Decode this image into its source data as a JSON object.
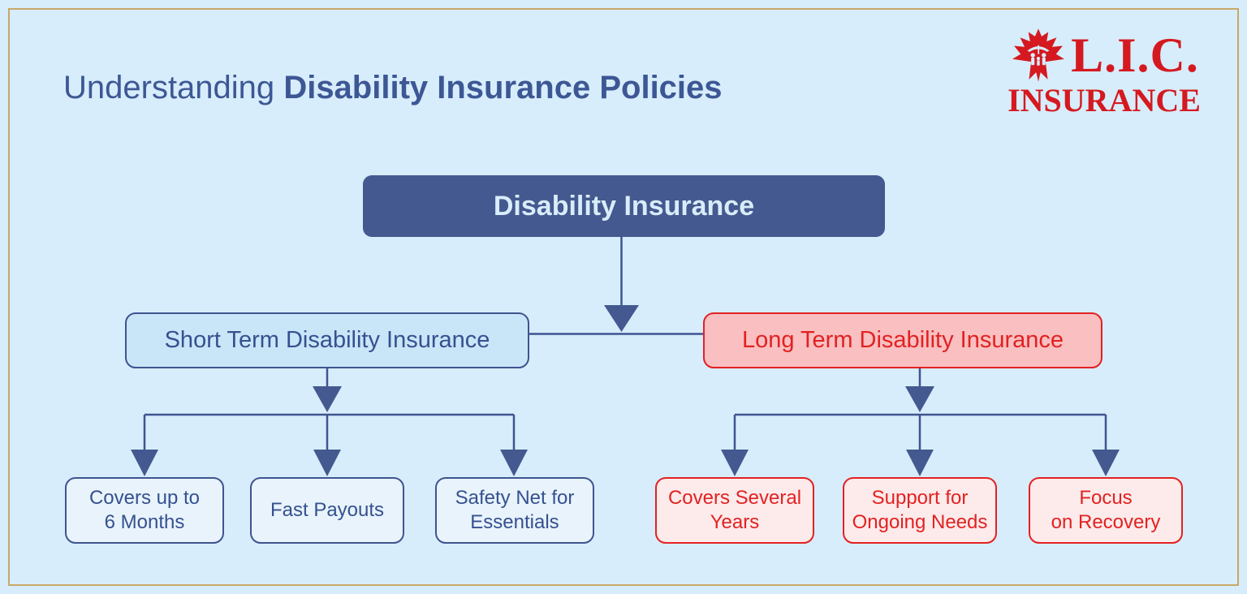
{
  "header": {
    "title_regular": "Understanding",
    "title_bold": "Disability Insurance Policies"
  },
  "logo": {
    "line1": "L.I.C.",
    "line2": "INSURANCE",
    "icon": "maple-leaf-family-umbrella-icon",
    "color": "#d51920"
  },
  "diagram": {
    "root": {
      "label": "Disability Insurance"
    },
    "branches": [
      {
        "label": "Short Term Disability Insurance",
        "theme": "blue",
        "children": [
          {
            "label": "Covers up to\n6 Months"
          },
          {
            "label": "Fast Payouts"
          },
          {
            "label": "Safety Net for\nEssentials"
          }
        ]
      },
      {
        "label": "Long Term Disability Insurance",
        "theme": "red",
        "children": [
          {
            "label": "Covers Several\nYears"
          },
          {
            "label": "Support for\nOngoing Needs"
          },
          {
            "label": "Focus\non Recovery"
          }
        ]
      }
    ]
  },
  "theme": {
    "bg": "#d7edfb",
    "frame": "#c9a868",
    "title": "#3d5795",
    "blue": "#3f5490",
    "blue-fill": "#44598f",
    "blue-box-fill": "#c9e5f8",
    "blue-leaf-fill": "#e8f3fc",
    "blue-text": "#36518f",
    "main-text": "#d9ecfa",
    "red": "#e22222",
    "red-box-fill": "#f9bfc1",
    "red-leaf-fill": "#fdeaea",
    "logo-red": "#d51920"
  }
}
